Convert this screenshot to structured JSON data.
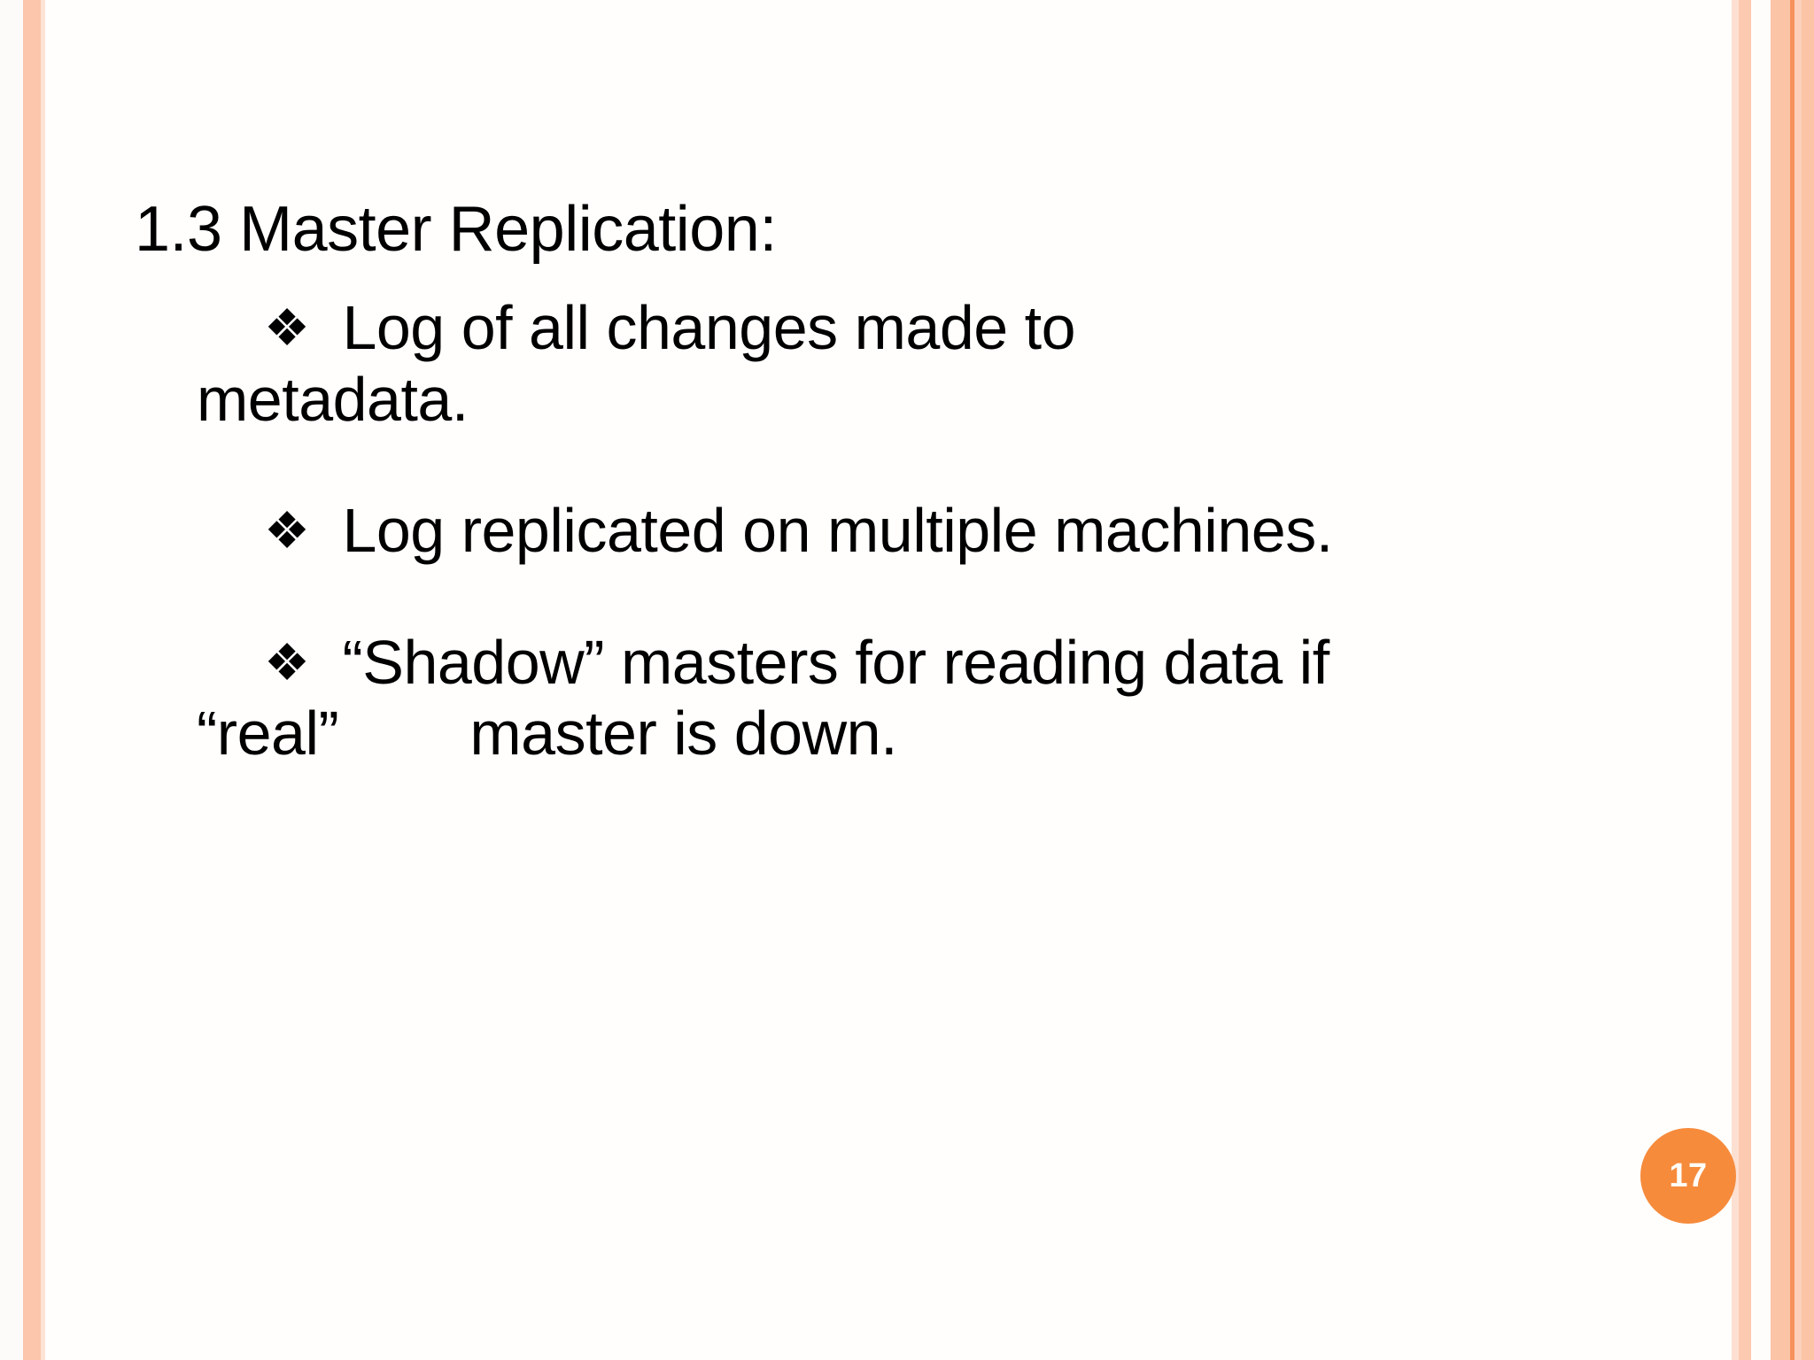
{
  "slide": {
    "title": "1.3 Master Replication:",
    "page_number": "17",
    "bullet_marker": "❖",
    "bullet_marker_name": "four-diamond-bullet-icon",
    "bullets": [
      {
        "marker": "❖",
        "text_before_gap": " Log of all changes made to metadata.",
        "gap": "",
        "text_after_gap": ""
      },
      {
        "marker": "❖",
        "text_before_gap": " Log replicated on multiple machines.",
        "gap": "",
        "text_after_gap": ""
      },
      {
        "marker": "❖",
        "text_before_gap": " “Shadow” masters for reading data if “real”",
        "gap": " ",
        "text_after_gap": "master is down."
      }
    ]
  },
  "colors": {
    "background": "#fffefd",
    "text": "#000000",
    "accent_orange": "#f68b3c",
    "stripe_peach": "#fbc4a7",
    "stripe_light_peach": "#fde0d1",
    "stripe_dark_orange": "#f6915c",
    "badge_text": "#fffdf8"
  }
}
